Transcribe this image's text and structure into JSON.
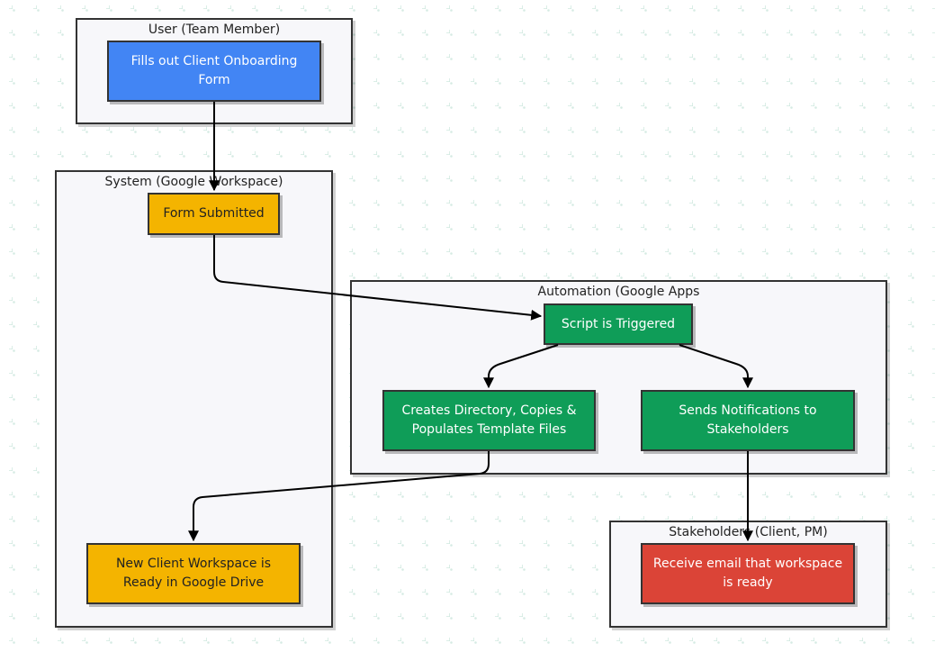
{
  "groups": {
    "user": "User (Team Member)",
    "system": "System (Google Workspace)",
    "automation": "Automation (Google Apps",
    "stakeholders": "Stakeholders (Client, PM)"
  },
  "nodes": {
    "fill_form": "Fills out Client Onboarding Form",
    "form_submitted": "Form Submitted",
    "script_triggered": "Script is Triggered",
    "creates_directory": "Creates Directory, Copies & Populates Template Files",
    "sends_notifications": "Sends Notifications to Stakeholders",
    "workspace_ready": "New Client Workspace is Ready in Google Drive",
    "receive_email": "Receive email that workspace is ready"
  },
  "colors": {
    "blue": "#4285f4",
    "yellow": "#f4b400",
    "green": "#0f9d58",
    "red": "#db4437",
    "dots": "#d6ebe4"
  }
}
